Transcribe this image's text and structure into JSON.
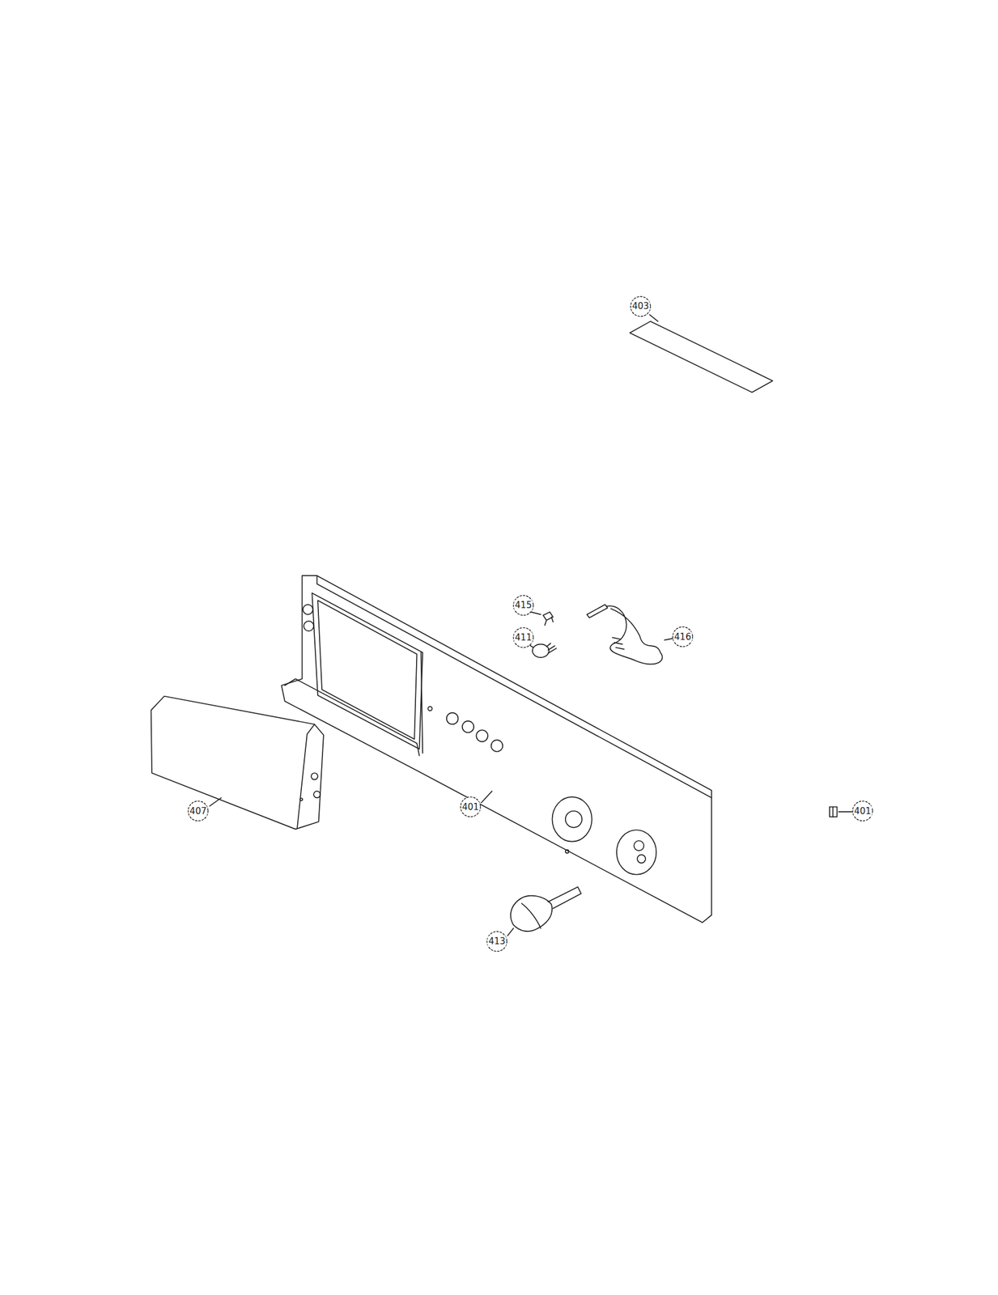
{
  "diagram": {
    "labels": [
      "403",
      "415",
      "411",
      "416",
      "407",
      "401",
      "401",
      "413"
    ]
  }
}
